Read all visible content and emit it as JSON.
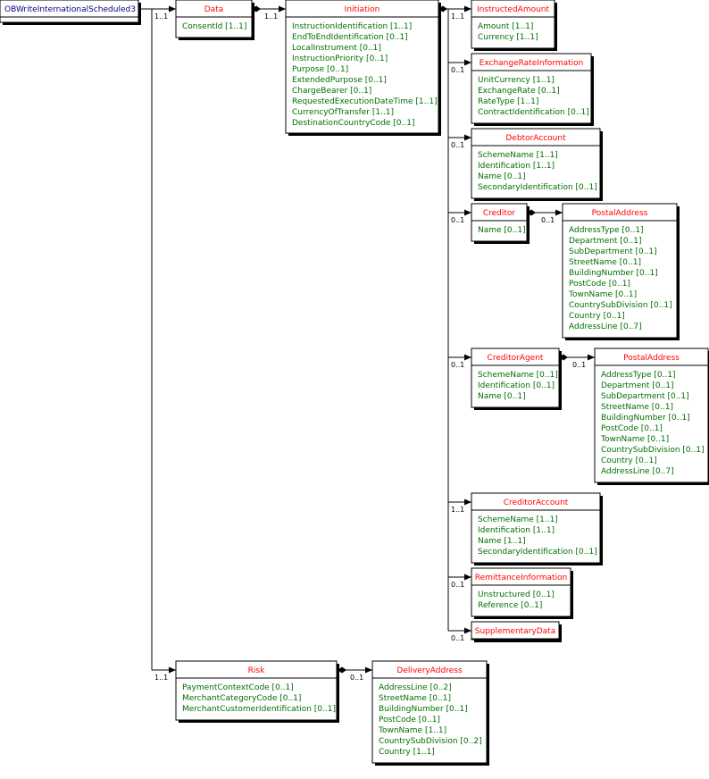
{
  "root": {
    "name": "OBWriteInternationalScheduled3"
  },
  "boxes": {
    "data": {
      "title": "Data",
      "attrs": [
        "ConsentId [1..1]"
      ]
    },
    "initiation": {
      "title": "Initiation",
      "attrs": [
        "InstructionIdentification [1..1]",
        "EndToEndIdentification [0..1]",
        "LocalInstrument [0..1]",
        "InstructionPriority [0..1]",
        "Purpose [0..1]",
        "ExtendedPurpose [0..1]",
        "ChargeBearer [0..1]",
        "RequestedExecutionDateTime [1..1]",
        "CurrencyOfTransfer [1..1]",
        "DestinationCountryCode [0..1]"
      ]
    },
    "instructed_amount": {
      "title": "InstructedAmount",
      "attrs": [
        "Amount [1..1]",
        "Currency [1..1]"
      ]
    },
    "exchange_rate": {
      "title": "ExchangeRateInformation",
      "attrs": [
        "UnitCurrency [1..1]",
        "ExchangeRate [0..1]",
        "RateType [1..1]",
        "ContractIdentification [0..1]"
      ]
    },
    "debtor_account": {
      "title": "DebtorAccount",
      "attrs": [
        "SchemeName [1..1]",
        "Identification [1..1]",
        "Name [0..1]",
        "SecondaryIdentification [0..1]"
      ]
    },
    "creditor": {
      "title": "Creditor",
      "attrs": [
        "Name [0..1]"
      ]
    },
    "creditor_postal": {
      "title": "PostalAddress",
      "attrs": [
        "AddressType [0..1]",
        "Department [0..1]",
        "SubDepartment [0..1]",
        "StreetName [0..1]",
        "BuildingNumber [0..1]",
        "PostCode [0..1]",
        "TownName [0..1]",
        "CountrySubDivision [0..1]",
        "Country [0..1]",
        "AddressLine [0..7]"
      ]
    },
    "creditor_agent": {
      "title": "CreditorAgent",
      "attrs": [
        "SchemeName [0..1]",
        "Identification [0..1]",
        "Name [0..1]"
      ]
    },
    "agent_postal": {
      "title": "PostalAddress",
      "attrs": [
        "AddressType [0..1]",
        "Department [0..1]",
        "SubDepartment [0..1]",
        "StreetName [0..1]",
        "BuildingNumber [0..1]",
        "PostCode [0..1]",
        "TownName [0..1]",
        "CountrySubDivision [0..1]",
        "Country [0..1]",
        "AddressLine [0..7]"
      ]
    },
    "creditor_account": {
      "title": "CreditorAccount",
      "attrs": [
        "SchemeName [1..1]",
        "Identification [1..1]",
        "Name [1..1]",
        "SecondaryIdentification [0..1]"
      ]
    },
    "remittance": {
      "title": "RemittanceInformation",
      "attrs": [
        "Unstructured [0..1]",
        "Reference [0..1]"
      ]
    },
    "supplementary": {
      "title": "SupplementaryData",
      "attrs": []
    },
    "risk": {
      "title": "Risk",
      "attrs": [
        "PaymentContextCode [0..1]",
        "MerchantCategoryCode [0..1]",
        "MerchantCustomerIdentification [0..1]"
      ]
    },
    "delivery_address": {
      "title": "DeliveryAddress",
      "attrs": [
        "AddressLine [0..2]",
        "StreetName [0..1]",
        "BuildingNumber [0..1]",
        "PostCode [0..1]",
        "TownName [1..1]",
        "CountrySubDivision [0..2]",
        "Country [1..1]"
      ]
    }
  },
  "multiplicities": {
    "root_data": "1..1",
    "data_initiation": "1..1",
    "instructed_amount": "1..1",
    "exchange_rate": "0..1",
    "debtor_account": "0..1",
    "creditor": "0..1",
    "creditor_postal": "0..1",
    "creditor_agent": "0..1",
    "agent_postal": "0..1",
    "creditor_account": "1..1",
    "remittance": "0..1",
    "supplementary": "0..1",
    "root_risk": "1..1",
    "delivery_address": "0..1"
  }
}
